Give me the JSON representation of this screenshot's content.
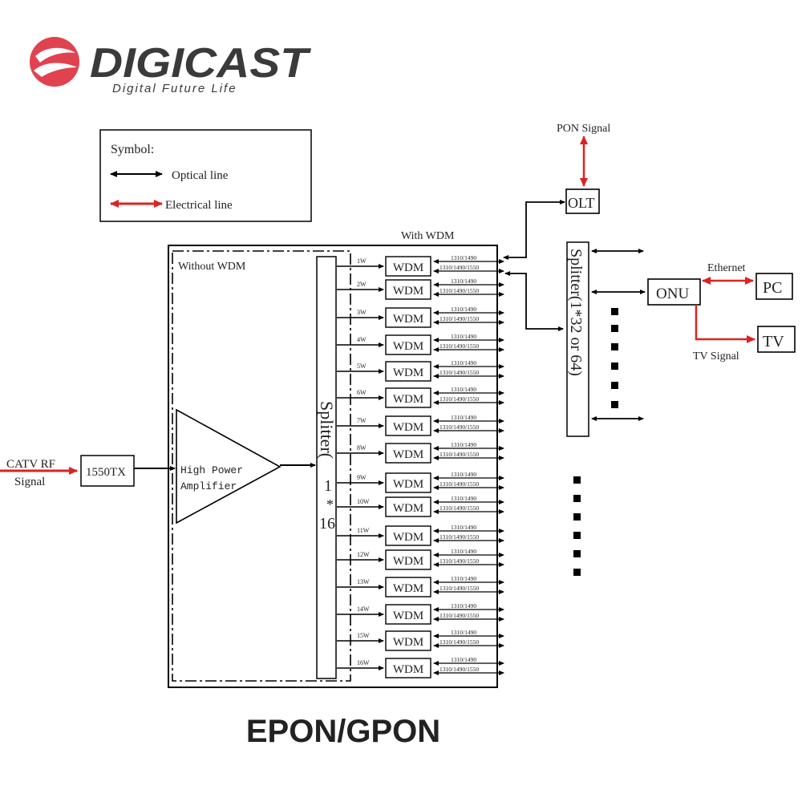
{
  "brand": {
    "name": "DIGICAST",
    "tagline": "Digital Future Life",
    "logo_color": "#e0434f",
    "text_color": "#3a3a3a"
  },
  "legend": {
    "title": "Symbol:",
    "optical": "Optical line",
    "electrical": "Electrical line",
    "optical_color": "#000000",
    "electrical_color": "#dd2222"
  },
  "labels": {
    "catv": "CATV RF",
    "signal": "Signal",
    "tx": "1550TX",
    "amp_line1": "High Power",
    "amp_line2": "Amplifier",
    "without_wdm": "Without WDM",
    "with_wdm": "With WDM",
    "splitter": "Splitter(",
    "splitter_a": "1",
    "splitter_b": "16",
    "olt": "OLT",
    "pon_signal": "PON Signal",
    "splitter2": "Splitter(1*32 or 64)",
    "onu": "ONU",
    "ethernet": "Ethernet",
    "pc": "PC",
    "tv": "TV",
    "tv_signal": "TV Signal",
    "footer": "EPON/GPON"
  },
  "ports": [
    "1W",
    "2W",
    "3W",
    "4W",
    "5W",
    "6W",
    "7W",
    "8W",
    "9W",
    "10W",
    "11W",
    "12W",
    "13W",
    "14W",
    "15W",
    "16W"
  ],
  "wdm_label": "WDM",
  "wave_top": "1310/1490",
  "wave_bottom": "1310/1490/1550"
}
